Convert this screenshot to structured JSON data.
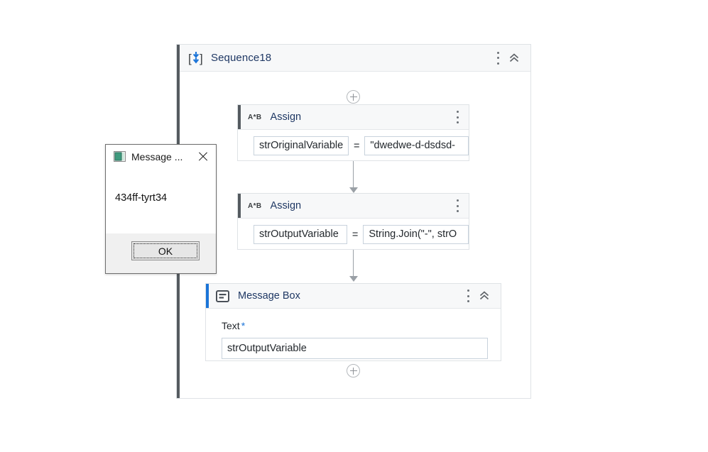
{
  "sequence": {
    "title": "Sequence18",
    "icon": "sequence-icon",
    "menu_icon": "kebab-menu-icon",
    "collapse_icon": "chevron-double-up-icon",
    "add_top_icon": "plus-circle-icon",
    "add_bottom_icon": "plus-circle-icon"
  },
  "activities": [
    {
      "title": "Assign",
      "icon_label": "A*B",
      "icon": "assign-icon",
      "menu_icon": "kebab-menu-icon",
      "to_value": "strOriginalVariable",
      "operator": "=",
      "value": "\"dwedwe-d-dsdsd-",
      "accent": "#555b60"
    },
    {
      "title": "Assign",
      "icon_label": "A*B",
      "icon": "assign-icon",
      "menu_icon": "kebab-menu-icon",
      "to_value": "strOutputVariable",
      "operator": "=",
      "value": "String.Join(\"-\", strO",
      "accent": "#555b60"
    }
  ],
  "message_box": {
    "title": "Message Box",
    "icon": "message-box-icon",
    "menu_icon": "kebab-menu-icon",
    "collapse_icon": "chevron-double-up-icon",
    "text_label": "Text",
    "required_marker": "*",
    "text_value": "strOutputVariable",
    "accent": "#1b74d8"
  },
  "dialog": {
    "title": "Message ...",
    "icon": "window-app-icon",
    "close_icon": "close-x-icon",
    "message": "434ff-tyrt34",
    "ok_label": "OK"
  },
  "colors": {
    "accent_blue": "#1b74d8",
    "title_blue": "#1f3864",
    "accent_dark": "#555b60",
    "border": "#dfe3e6",
    "header_bg": "#f7f8f9"
  }
}
